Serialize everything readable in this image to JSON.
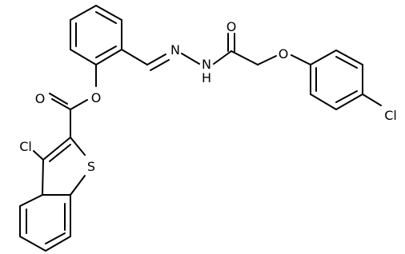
{
  "molecule": {
    "atoms": [
      {
        "id": "o-carbonyl-ester",
        "symbol": "O",
        "label": "O"
      },
      {
        "id": "o-ester",
        "symbol": "O",
        "label": "O"
      },
      {
        "id": "o-carbonyl-amide",
        "symbol": "O",
        "label": "O"
      },
      {
        "id": "o-ether",
        "symbol": "O",
        "label": "O"
      },
      {
        "id": "n-imine",
        "symbol": "N",
        "label": "N"
      },
      {
        "id": "n-amide",
        "symbol": "N",
        "label": "N",
        "hydrogen": "H"
      },
      {
        "id": "cl-thiophene",
        "symbol": "Cl",
        "label": "Cl"
      },
      {
        "id": "cl-phenyl",
        "symbol": "Cl",
        "label": "Cl"
      },
      {
        "id": "s-thiophene",
        "symbol": "S",
        "label": "S"
      }
    ]
  },
  "colors": {
    "bond": "#000000",
    "label": "#000000",
    "background": "#ffffff"
  }
}
